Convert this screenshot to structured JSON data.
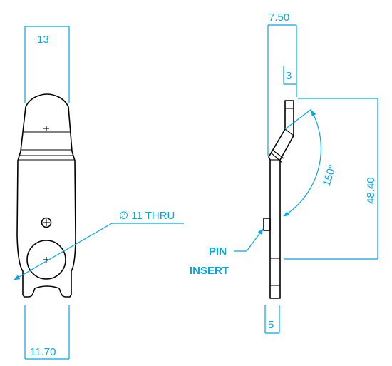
{
  "dimensions": {
    "top_width": "13",
    "bottom_width": "11.70",
    "hole_callout": "∅ 11 THRU",
    "side_thickness": "7.50",
    "tab_thickness": "3",
    "bend_angle": "150°",
    "height": "48.40",
    "base_thickness": "5"
  },
  "labels": {
    "pin_line1": "PIN",
    "pin_line2": "INSERT"
  },
  "colors": {
    "dimension": "#00a8e8",
    "part": "#000000"
  }
}
